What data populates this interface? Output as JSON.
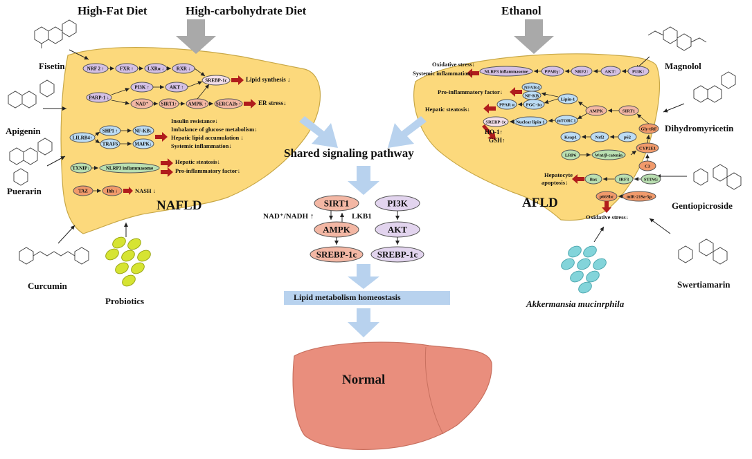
{
  "headers": {
    "high_fat": "High-Fat Diet",
    "high_carb": "High-carbohydrate  Diet",
    "ethanol": "Ethanol"
  },
  "compounds_left": [
    "Fisetin",
    "Apigenin",
    "Puerarin",
    "Curcumin",
    "Probiotics"
  ],
  "compounds_right": [
    "Magnolol",
    "Dihydromyricetin",
    "Gentiopicroside",
    "Swertiamarin",
    "Akkermansia  mucinrphila"
  ],
  "liver_labels": {
    "nafld": "NAFLD",
    "afld": "AFLD",
    "normal": "Normal"
  },
  "center": {
    "shared": "Shared signaling pathway",
    "homeostasis": "Lipid metabolism homeostasis",
    "nodes": [
      "SIRT1",
      "AMPK",
      "SREBP-1c",
      "PI3K",
      "AKT",
      "SREBP-1c"
    ],
    "side_labels": [
      "NAD⁺/NADH ↑",
      "LKB1"
    ]
  },
  "nafld_nodes": {
    "row1": [
      "NRF 2 ↑",
      "FXR ↑",
      "LXRα ↓",
      "RXR ↓",
      "SREBP-1c"
    ],
    "row2": [
      "PARP-1 ↓",
      "PI3K ↑",
      "AKT ↑"
    ],
    "row3": [
      "NAD⁺",
      "SIRT1↑",
      "AMPK ↑",
      "SERCA2b ↑"
    ],
    "row4": [
      "LILRB4↑",
      "SHP1 ↑",
      "TRAF6",
      "NF-KB↓",
      "MAPK↓"
    ],
    "row5": [
      "TXNIP↓",
      "NLRP3 inflammasome"
    ],
    "row6": [
      "TAZ",
      "Ihh ↓"
    ]
  },
  "nafld_outcomes": [
    "Lipid  synthesis ↓",
    "ER stress↓",
    "Insulin  resistance↓",
    "Imbalance of glucose metabolism↓",
    "Hepatic lipid accumulation ↓",
    "Systemic inflammation↓",
    "Hepatic steatosis↓",
    "Pro-inflammatory factor↓",
    "NASH ↓"
  ],
  "afld_nodes": {
    "row1": [
      "NLRP3 inflammasome",
      "PPARγ↑",
      "NRF2↑",
      "AKT↑",
      "PI3K↑"
    ],
    "row2": [
      "NFATc4",
      "NF-KB",
      "Lipin-1",
      "PPAR α",
      "PGC-1α",
      "AMPK",
      "SIRT1"
    ],
    "row3": [
      "SREBP-1c",
      "Nuclear lipin-1",
      "mTORC1",
      "Keap1",
      "Nrf2",
      "p62",
      "Gly-tRF"
    ],
    "row4": [
      "LRP6",
      "Wnt/β-catenin",
      "CYP2E1",
      "C3",
      "Bax",
      "IRF3",
      "STING",
      "p66Shc",
      "miR-219a-5p"
    ]
  },
  "afld_outcomes": [
    "Oxidative stress↓",
    "Systemic inflammation↓",
    "Pro-inflammatory factor↓",
    "Hepatic steatosis↓",
    "HO-1↑",
    "GSH↑",
    "Hepatocyte",
    "apoptosis↓",
    "Oxidative stress↓"
  ],
  "colors": {
    "liver_fill": "#fcd97c",
    "liver_stroke": "#c8a848",
    "normal_liver": "#e98e7d",
    "arrow_gray": "#a9a9a9",
    "arrow_blue": "#b8d2ee",
    "red_arrow": "#b01c1c",
    "node_purple": "#d4c0e4",
    "node_blue": "#bcdcf4",
    "node_pink": "#f3b7a4",
    "node_green": "#b9dfb1",
    "node_orange": "#f19a6b",
    "probiotic": "#d6e432",
    "akkermansia": "#83d4da"
  }
}
